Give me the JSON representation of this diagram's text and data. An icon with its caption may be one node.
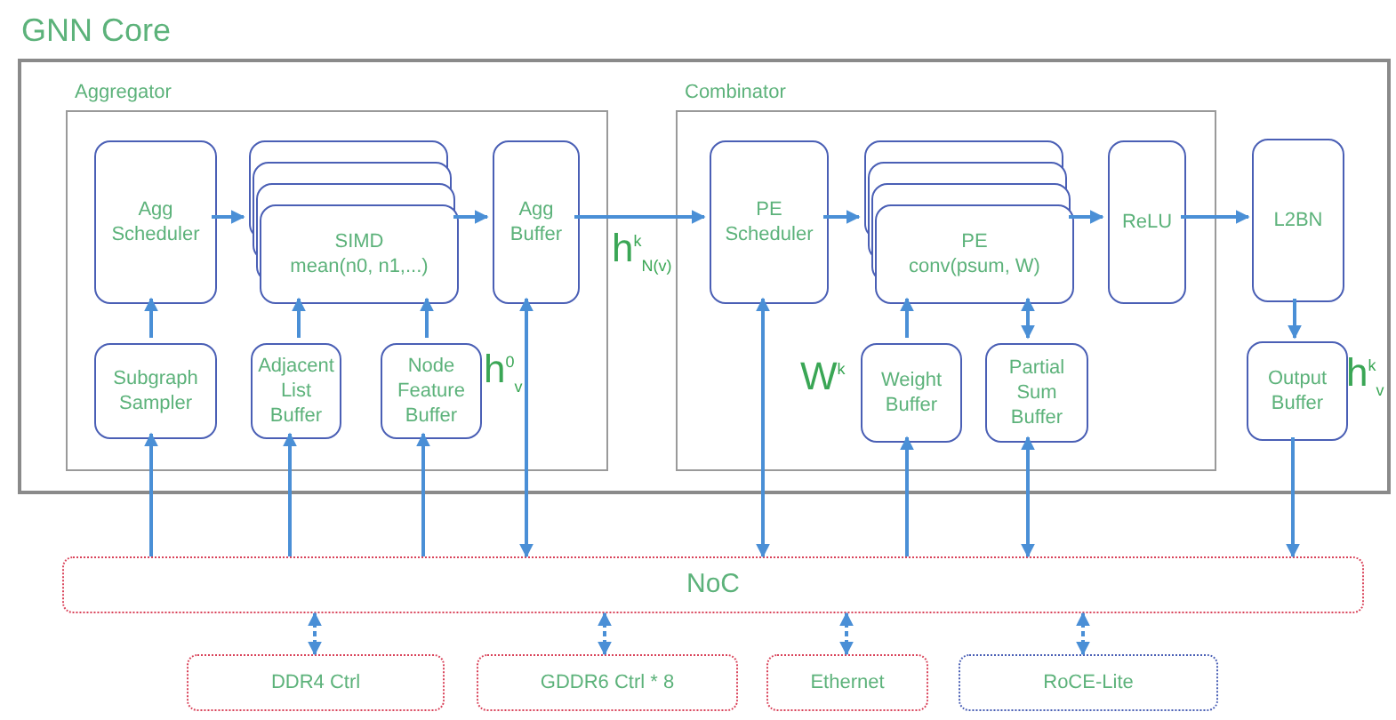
{
  "diagram": {
    "nodes": [
      {
        "text": [
          "GNN Core"
        ]
      },
      {
        "text": [
          "Aggregator"
        ],
        "in": 0
      },
      {
        "text": [
          "Agg Scheduler"
        ],
        "in": 1
      },
      {
        "text": [
          "SIMD",
          "mean(n0, n1,...)"
        ],
        "in": 1
      },
      {
        "text": [
          "Agg Buffer"
        ],
        "in": 1
      },
      {
        "text": [
          "Subgraph Sampler"
        ],
        "in": 1
      },
      {
        "text": [
          "Adjacent List Buffer"
        ],
        "in": 1
      },
      {
        "text": [
          "Node Feature Buffer"
        ],
        "in": 1
      },
      {
        "text": [
          "Combinator"
        ],
        "in": 0
      },
      {
        "text": [
          "PE Scheduler"
        ],
        "in": 8
      },
      {
        "text": [
          "PE",
          "conv(psum, W)"
        ],
        "in": 8
      },
      {
        "text": [
          "ReLU"
        ],
        "in": 8
      },
      {
        "text": [
          "Weight Buffer"
        ],
        "in": 8
      },
      {
        "text": [
          "Partial Sum Buffer"
        ],
        "in": 8
      },
      {
        "text": [
          "L2BN"
        ],
        "in": 0
      },
      {
        "text": [
          "Output Buffer"
        ],
        "in": 0
      },
      {
        "text": [
          "NoC"
        ]
      },
      {
        "text": [
          "DDR4 Ctrl"
        ]
      },
      {
        "text": [
          "GDDR6 Ctrl * 8"
        ]
      },
      {
        "text": [
          "Ethernet"
        ]
      },
      {
        "text": [
          "RoCE-Lite"
        ]
      }
    ],
    "edges": [
      {
        "from": 2,
        "to": 3,
        "arrow": "to"
      },
      {
        "from": 3,
        "to": 4,
        "arrow": "to"
      },
      {
        "from": 4,
        "to": 9,
        "arrow": "to",
        "label": "h$^{k}$$_{N(v)}$"
      },
      {
        "from": 9,
        "to": 10,
        "arrow": "to"
      },
      {
        "from": 10,
        "to": 11,
        "arrow": "to"
      },
      {
        "from": 11,
        "to": 14,
        "arrow": "to"
      },
      {
        "from": 14,
        "to": 15,
        "arrow": "to"
      },
      {
        "from": 5,
        "to": 2,
        "arrow": "to"
      },
      {
        "from": 6,
        "to": 3,
        "arrow": "to"
      },
      {
        "from": 7,
        "to": 3,
        "arrow": "to"
      },
      {
        "from": 12,
        "to": 10,
        "arrow": "to"
      },
      {
        "from": 13,
        "to": 10,
        "arrow": "both"
      },
      {
        "from": 16,
        "to": 5,
        "arrow": "to"
      },
      {
        "from": 16,
        "to": 6,
        "arrow": "to"
      },
      {
        "from": 16,
        "to": 7,
        "arrow": "to"
      },
      {
        "from": 4,
        "to": 16,
        "arrow": "both"
      },
      {
        "from": 9,
        "to": 16,
        "arrow": "both"
      },
      {
        "from": 16,
        "to": 12,
        "arrow": "to"
      },
      {
        "from": 13,
        "to": 16,
        "arrow": "both"
      },
      {
        "from": 15,
        "to": 16,
        "arrow": "to"
      },
      {
        "from": 16,
        "to": 17,
        "arrow": "both",
        "style": "dashed"
      },
      {
        "from": 16,
        "to": 18,
        "arrow": "both",
        "style": "dashed"
      },
      {
        "from": 16,
        "to": 19,
        "arrow": "both",
        "style": "dashed"
      },
      {
        "from": 16,
        "to": 20,
        "arrow": "both",
        "style": "dashed"
      }
    ],
    "labels": [
      "h$^{0}$$_{v}$",
      "W$^{k}$",
      "h$^{k}$$_{v}$"
    ]
  }
}
